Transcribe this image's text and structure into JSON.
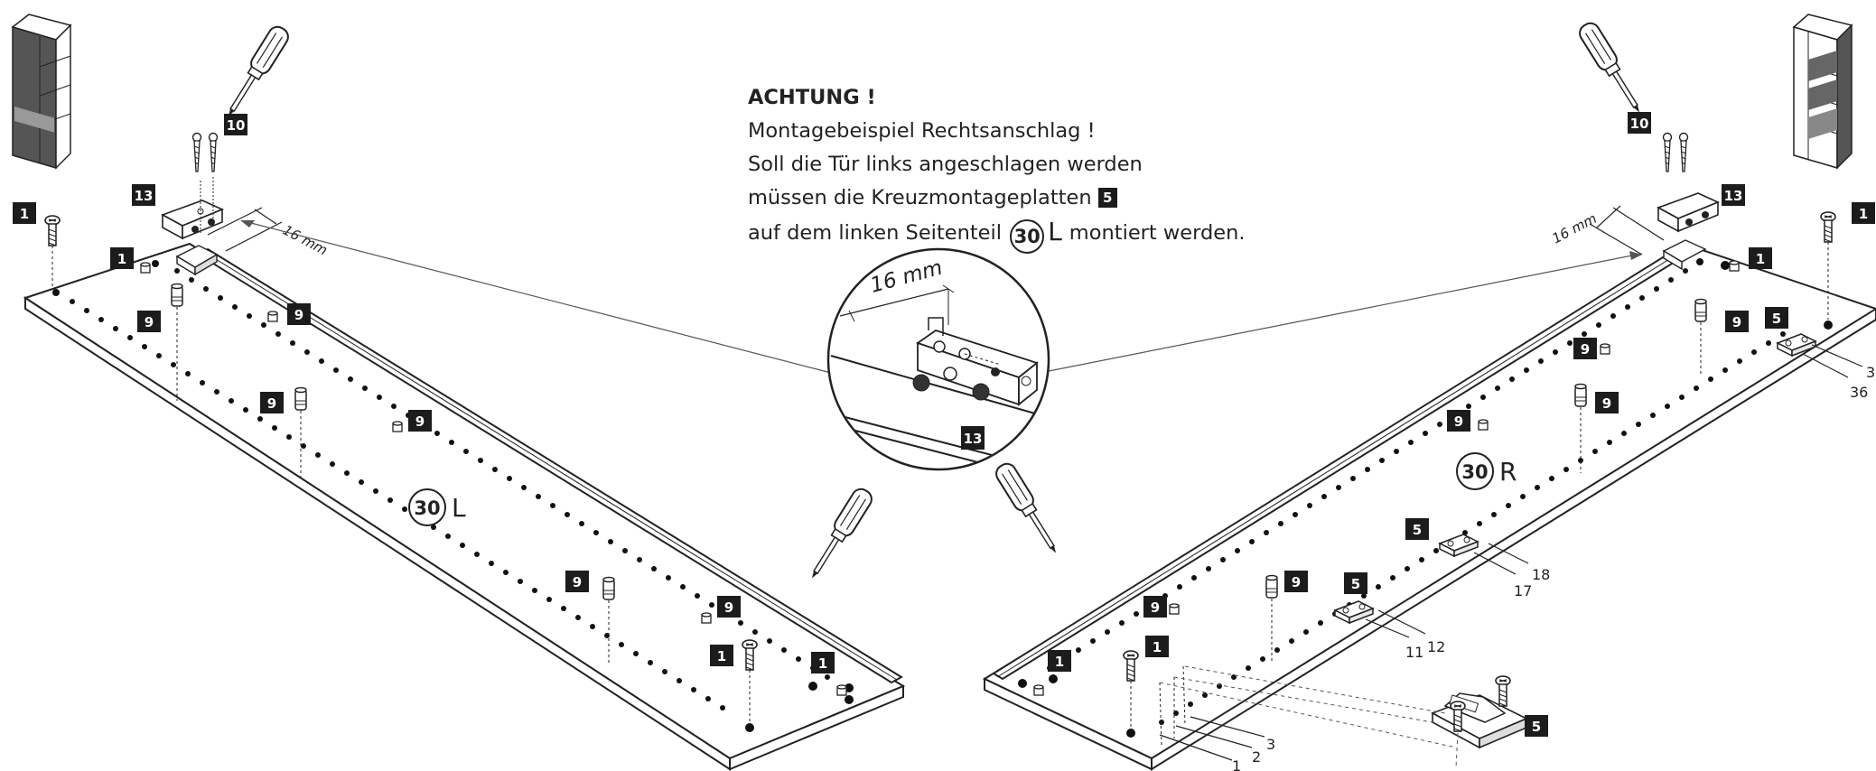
{
  "note": {
    "title": "ACHTUNG !",
    "line1": "Montagebeispiel Rechtsanschlag !",
    "line2": "Soll die Tür links angeschlagen werden",
    "line3_text": "müssen die Kreuzmontageplatten",
    "line3_badge": "5",
    "line4_pre": "auf dem linken Seitenteil",
    "line4_part": "30",
    "line4_side": "L",
    "line4_post": "montiert werden."
  },
  "dimension": "16 mm",
  "detail_badge": "13",
  "left_panel": {
    "part_label": "30",
    "side_label": "L",
    "badges": [
      "10",
      "13",
      "1",
      "1",
      "9",
      "9",
      "9",
      "9",
      "9",
      "9",
      "1",
      "1"
    ]
  },
  "right_panel": {
    "part_label": "30",
    "side_label": "R",
    "badges": [
      "10",
      "13",
      "1",
      "1",
      "5",
      "9",
      "9",
      "9",
      "9",
      "5",
      "5",
      "9",
      "9",
      "1",
      "1",
      "5"
    ],
    "hole_numbers": [
      "1",
      "2",
      "3",
      "11",
      "12",
      "17",
      "18",
      "36",
      "3"
    ]
  }
}
